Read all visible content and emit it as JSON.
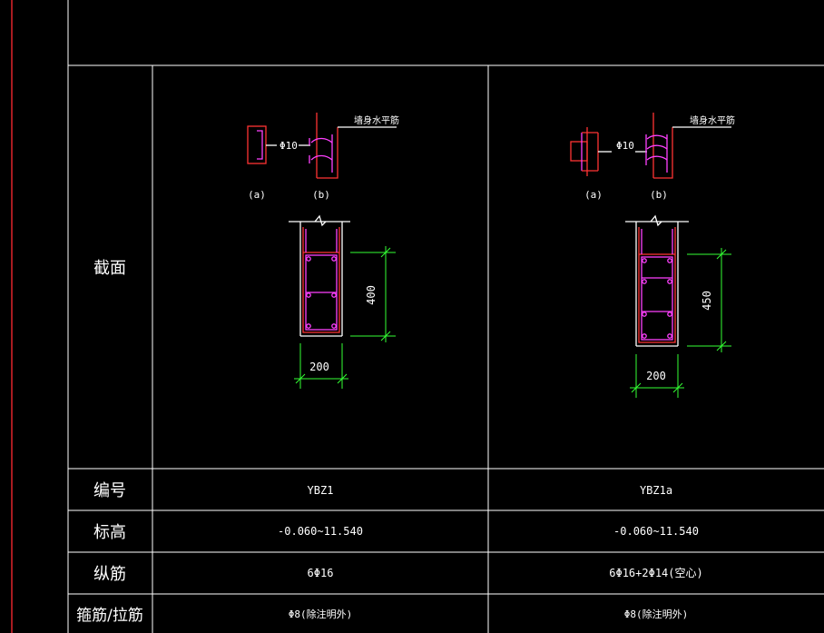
{
  "colors": {
    "background": "#000000",
    "grid": "#ffffff",
    "border_red": "#e0242a",
    "concrete": "#ff3333",
    "stirrup": "#ff40ff",
    "dimension": "#33ff33",
    "text": "#ffffff"
  },
  "row_headers": {
    "section": "截面",
    "id": "编号",
    "elevation": "标高",
    "longitudinal": "纵筋",
    "stirrup": "箍筋/拉筋"
  },
  "columns": [
    {
      "detail_a_label": "(a)",
      "detail_b_label": "(b)",
      "bar_callout": "Φ10",
      "wall_bar_note": "墙身水平筋",
      "dim_height": "400",
      "dim_width": "200",
      "id": "YBZ1",
      "elevation": "-0.060~11.540",
      "longitudinal": "6Φ16",
      "stirrup": "Φ8(除注明外)"
    },
    {
      "detail_a_label": "(a)",
      "detail_b_label": "(b)",
      "bar_callout": "Φ10",
      "wall_bar_note": "墙身水平筋",
      "dim_height": "450",
      "dim_width": "200",
      "id": "YBZ1a",
      "elevation": "-0.060~11.540",
      "longitudinal": "6Φ16+2Φ14(空心)",
      "stirrup": "Φ8(除注明外)"
    }
  ]
}
